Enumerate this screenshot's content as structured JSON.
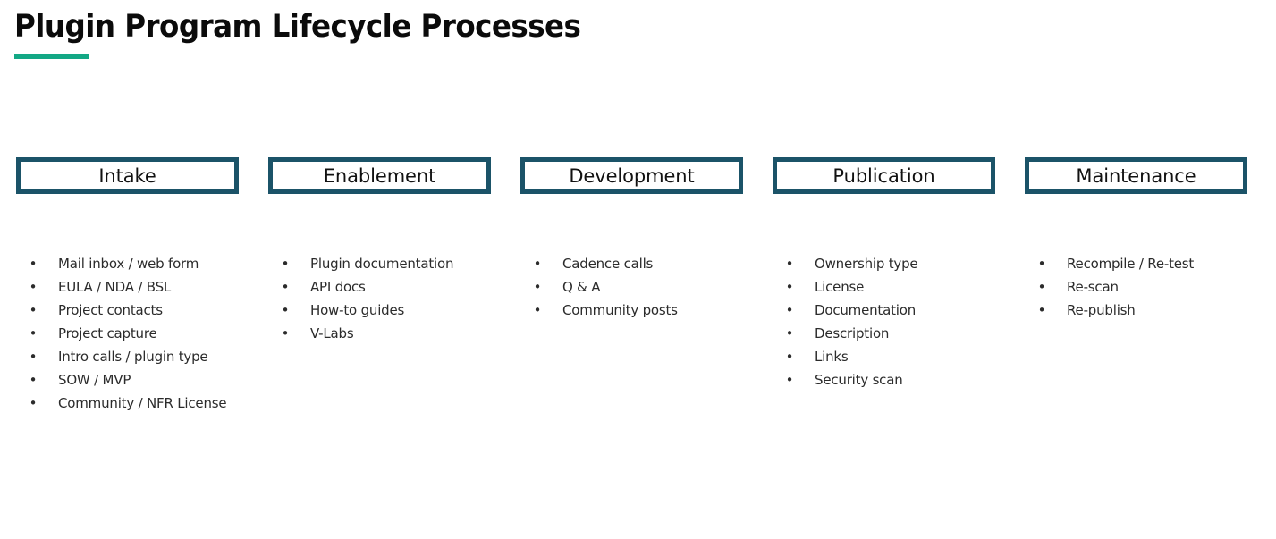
{
  "page": {
    "title": "Plugin Program Lifecycle Processes",
    "accent_color": "#13a885",
    "box_border_color": "#1b5368",
    "text_color": "#2b2b2b",
    "background_color": "#ffffff",
    "bullet_glyph": "•"
  },
  "stages": [
    {
      "name": "Intake",
      "items": [
        "Mail inbox / web form",
        "EULA / NDA / BSL",
        "Project contacts",
        "Project capture",
        "Intro calls / plugin type",
        "SOW / MVP",
        "Community / NFR License"
      ]
    },
    {
      "name": "Enablement",
      "items": [
        "Plugin documentation",
        "API docs",
        "How-to guides",
        "V-Labs"
      ]
    },
    {
      "name": "Development",
      "items": [
        "Cadence calls",
        "Q & A",
        "Community posts"
      ]
    },
    {
      "name": "Publication",
      "items": [
        "Ownership type",
        "License",
        "Documentation",
        "Description",
        "Links",
        "Security scan"
      ]
    },
    {
      "name": "Maintenance",
      "items": [
        "Recompile / Re-test",
        "Re-scan",
        "Re-publish"
      ]
    }
  ]
}
